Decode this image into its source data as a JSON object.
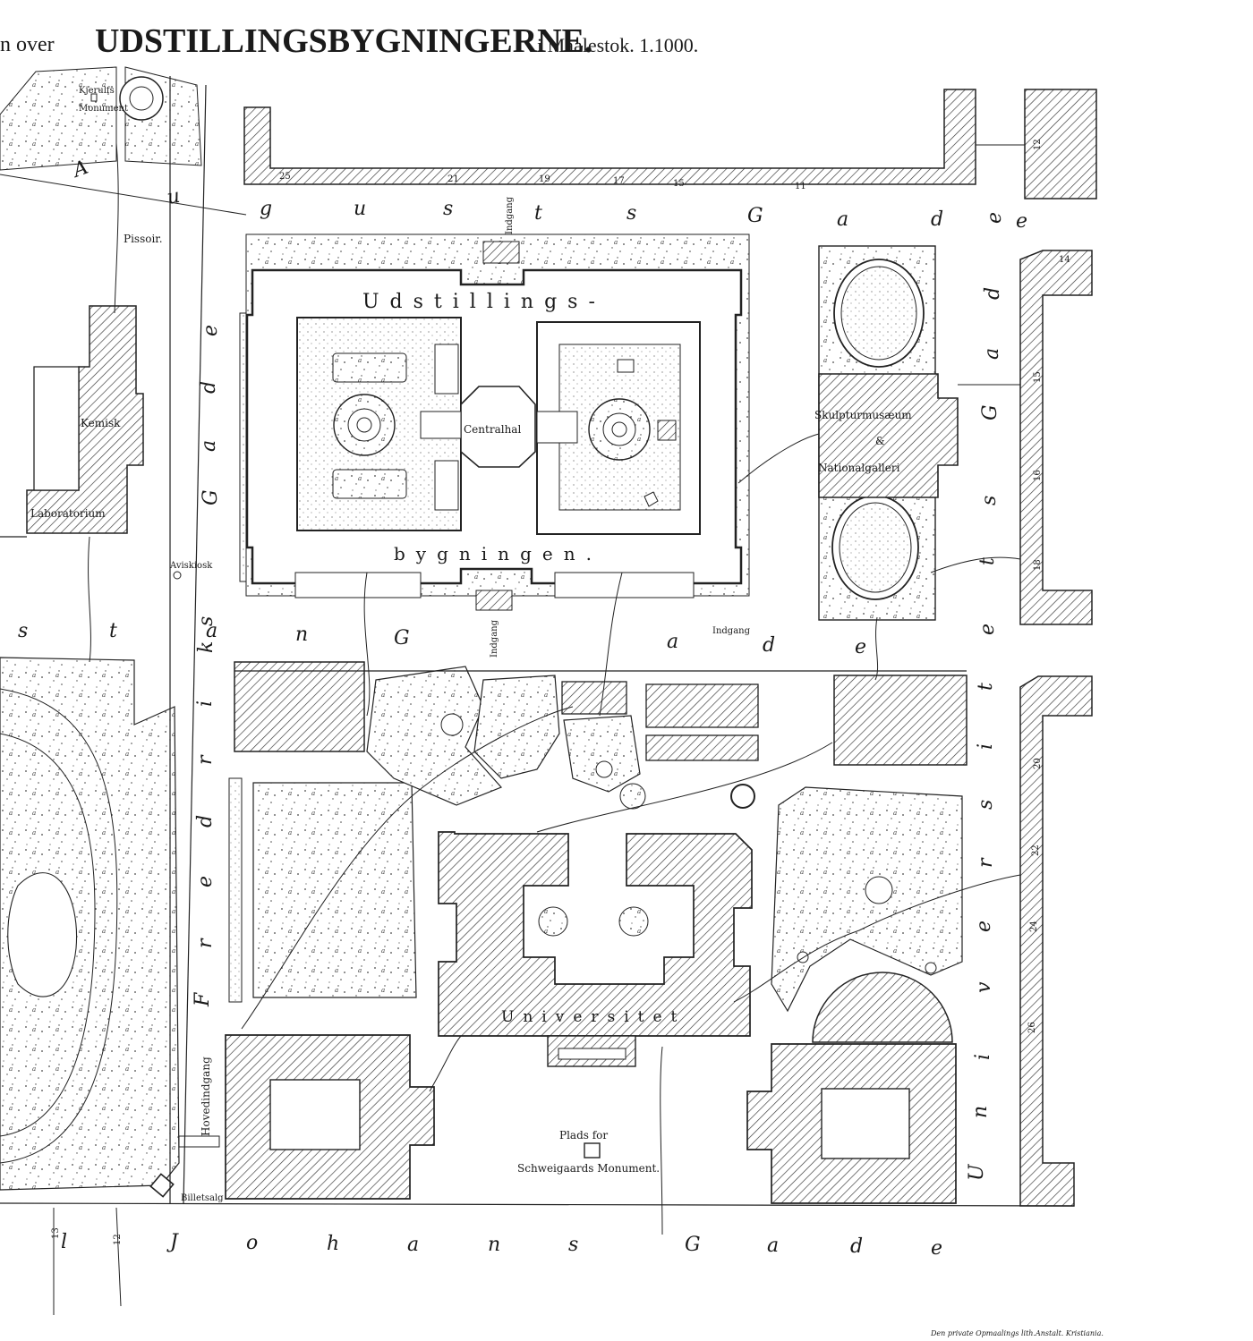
{
  "title": {
    "prefix": "n over",
    "main": "UDSTILLINGSBYGNINGERNE.",
    "scale": "i Maalestok. 1.1000."
  },
  "buildings": {
    "exhibition_top": "Udstillings-",
    "exhibition_bottom": "bygningen.",
    "central_hall": "Centralhal",
    "sculpture_1": "Skulpturmusæum",
    "sculpture_2": "&",
    "sculpture_3": "Nationalgalleri",
    "chem_1": "Kemisk",
    "chem_2": "Laboratorium",
    "university": "Universitet",
    "monument_1": "Plads for",
    "monument_2": "Schweigaards Monument."
  },
  "labels": {
    "kjerulf_1": "Kjerulfs",
    "kjerulf_2": "Monument",
    "pissoir": "Pissoir.",
    "aviskiosk": "Aviskiosk",
    "indgang": "Indgang",
    "hovedindgang": "Hovedindgang",
    "billetsalg": "Billetsalg",
    "credit": "Den private Opmaalings lith.Anstalt. Kristiania."
  },
  "streets": {
    "augustsgade_top": [
      "A",
      "u",
      "g",
      "u",
      "s",
      "t",
      "s",
      "G",
      "a",
      "d",
      "e"
    ],
    "augustsgade_mid": [
      "s",
      "t",
      "a",
      "n",
      "G",
      "a",
      "d",
      "e"
    ],
    "frederiksgade": [
      "F",
      "r",
      "e",
      "d",
      "r",
      "i",
      "k",
      "s",
      "G",
      "a",
      "d",
      "e"
    ],
    "universitetsgade": [
      "U",
      "n",
      "i",
      "v",
      "e",
      "r",
      "s",
      "i",
      "t",
      "e",
      "t",
      "s",
      "G",
      "a",
      "d",
      "e"
    ],
    "karljohan": [
      "l",
      "J",
      "o",
      "h",
      "a",
      "n",
      "s",
      "G",
      "a",
      "d",
      "e"
    ]
  },
  "house_numbers": {
    "top": [
      "25",
      "21",
      "19",
      "17",
      "15",
      "11"
    ],
    "right": [
      "12",
      "14",
      "15",
      "16",
      "18",
      "20",
      "22",
      "24",
      "26"
    ],
    "bottom": [
      "13",
      "12"
    ]
  }
}
